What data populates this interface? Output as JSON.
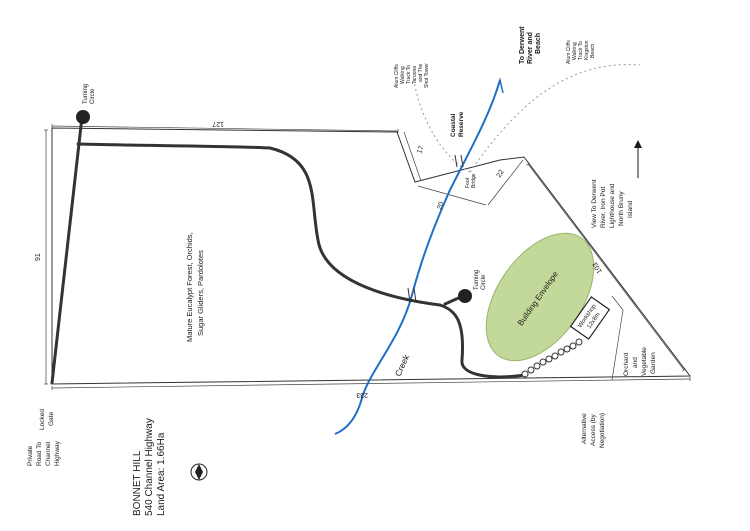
{
  "labels": {
    "turning_circle_top": [
      "Turning",
      "Circle"
    ],
    "turning_circle_mid": [
      "Turning",
      "Circle"
    ],
    "forest": [
      "Mature Eucalypt Forest, Orchids,",
      "Sugar Gliders, Pardolotes"
    ],
    "building_envelope": "Building Envelope",
    "workshop": [
      "Workshop",
      "12x8m"
    ],
    "creek": "Creek",
    "coastal_reserve": [
      "Coastal",
      "Reserve"
    ],
    "footbridge": [
      "Foot",
      "Bridge"
    ],
    "to_derwent": [
      "To Derwent",
      "River and",
      "Beach"
    ],
    "alum_cliffs_left": [
      "Alum Cliffs",
      "Walking",
      "Track To",
      "Taroona",
      "and The",
      "Shot Tower"
    ],
    "alum_cliffs_right": [
      "Alum Cliffs",
      "Walking",
      "Track To",
      "Kingston",
      "Beach"
    ],
    "view": [
      "View To Derwent",
      "River, Iron Pot",
      "Lighthouse and",
      "North Bruny",
      "Island"
    ],
    "orchard": [
      "Orchard",
      "and",
      "Vegetable",
      "Garden"
    ],
    "alternative_access": [
      "Alternative",
      "Access (by",
      "Negotiation)"
    ],
    "private_road": [
      "Private",
      "Road To",
      "Channel",
      "Highway"
    ],
    "locked_gate": [
      "Locked",
      "Gate"
    ],
    "title": [
      "BONNET HILL",
      "540 Channel Highway",
      "Land Area: 1.66Ha"
    ],
    "north": "N"
  },
  "dimensions": {
    "top": "127",
    "left": "91",
    "bottom": "233",
    "d17": "17",
    "d22": "22",
    "d20": "20",
    "diag": "103"
  },
  "colors": {
    "creek": "#1f6fc5",
    "building_envelope": "#c3d99a",
    "building_envelope_stroke": "#9ab56f",
    "road": "#333333",
    "track": "#999999"
  }
}
